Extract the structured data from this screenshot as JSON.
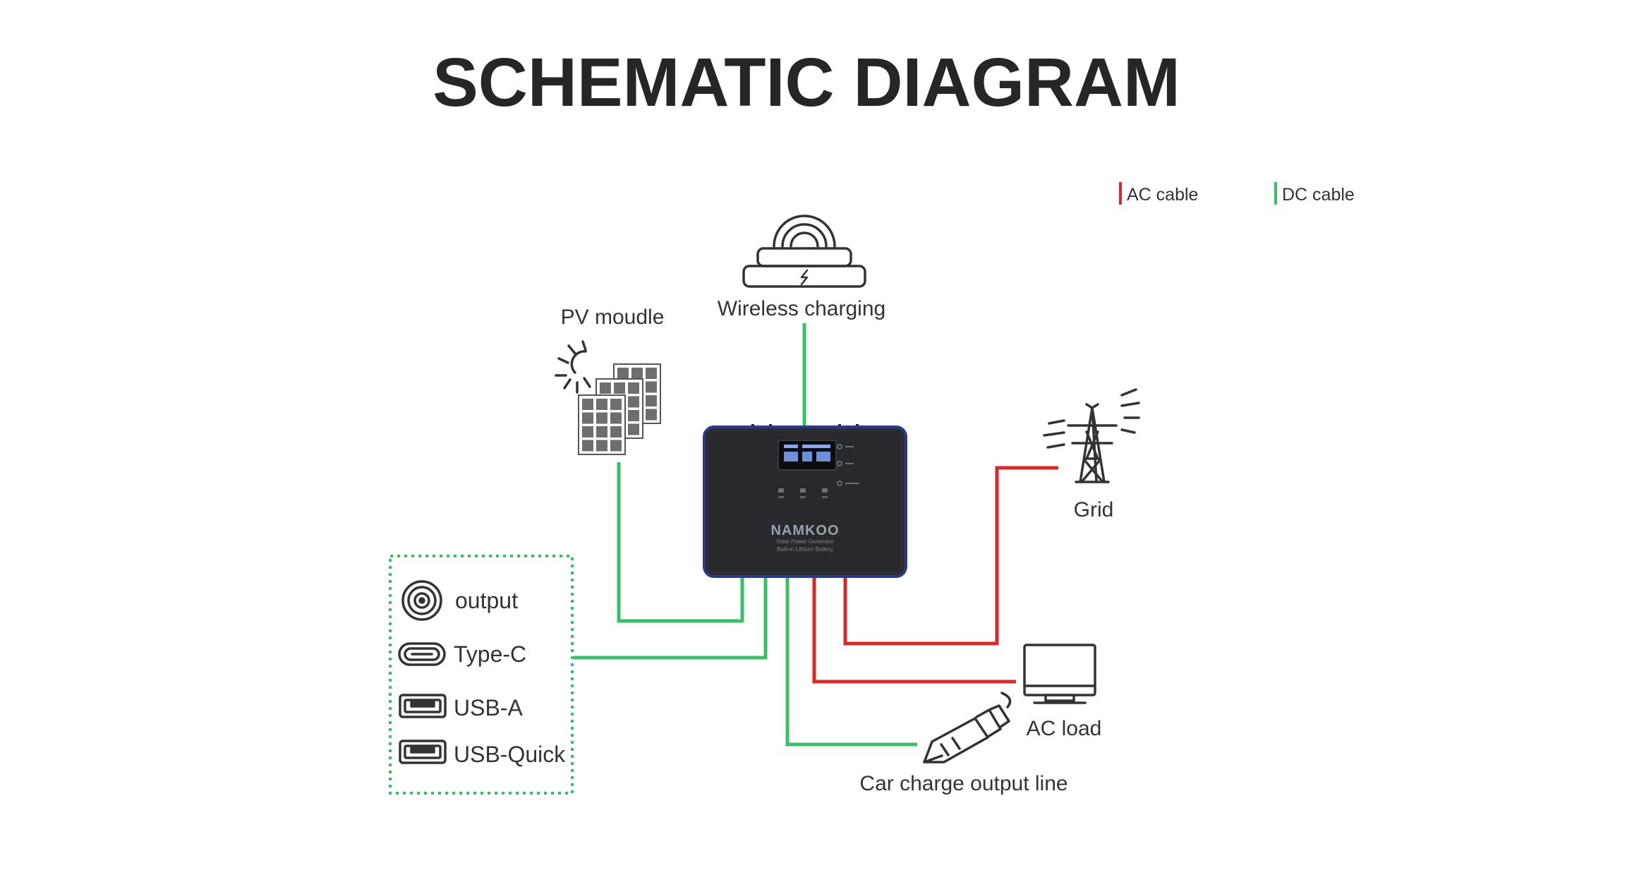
{
  "title": "SCHEMATIC DIAGRAM",
  "legend": {
    "ac_label": "AC cable",
    "dc_label": "DC cable",
    "ac_color": "#d42a2a",
    "dc_color": "#3cbd6a"
  },
  "nodes": {
    "wireless": "Wireless charging",
    "pv": "PV moudle",
    "grid": "Grid",
    "ac_load": "AC load",
    "car": "Car charge output line"
  },
  "device": {
    "brand": "NAMKOO",
    "subtitle_1": "Solar Power Generator",
    "subtitle_2": "Built-in Lithium Battery"
  },
  "ports": [
    {
      "label": "output",
      "icon": "dc-round-port-icon"
    },
    {
      "label": "Type-C",
      "icon": "usb-c-port-icon"
    },
    {
      "label": "USB-A",
      "icon": "usb-a-port-icon"
    },
    {
      "label": "USB-Quick",
      "icon": "usb-quick-port-icon"
    }
  ]
}
